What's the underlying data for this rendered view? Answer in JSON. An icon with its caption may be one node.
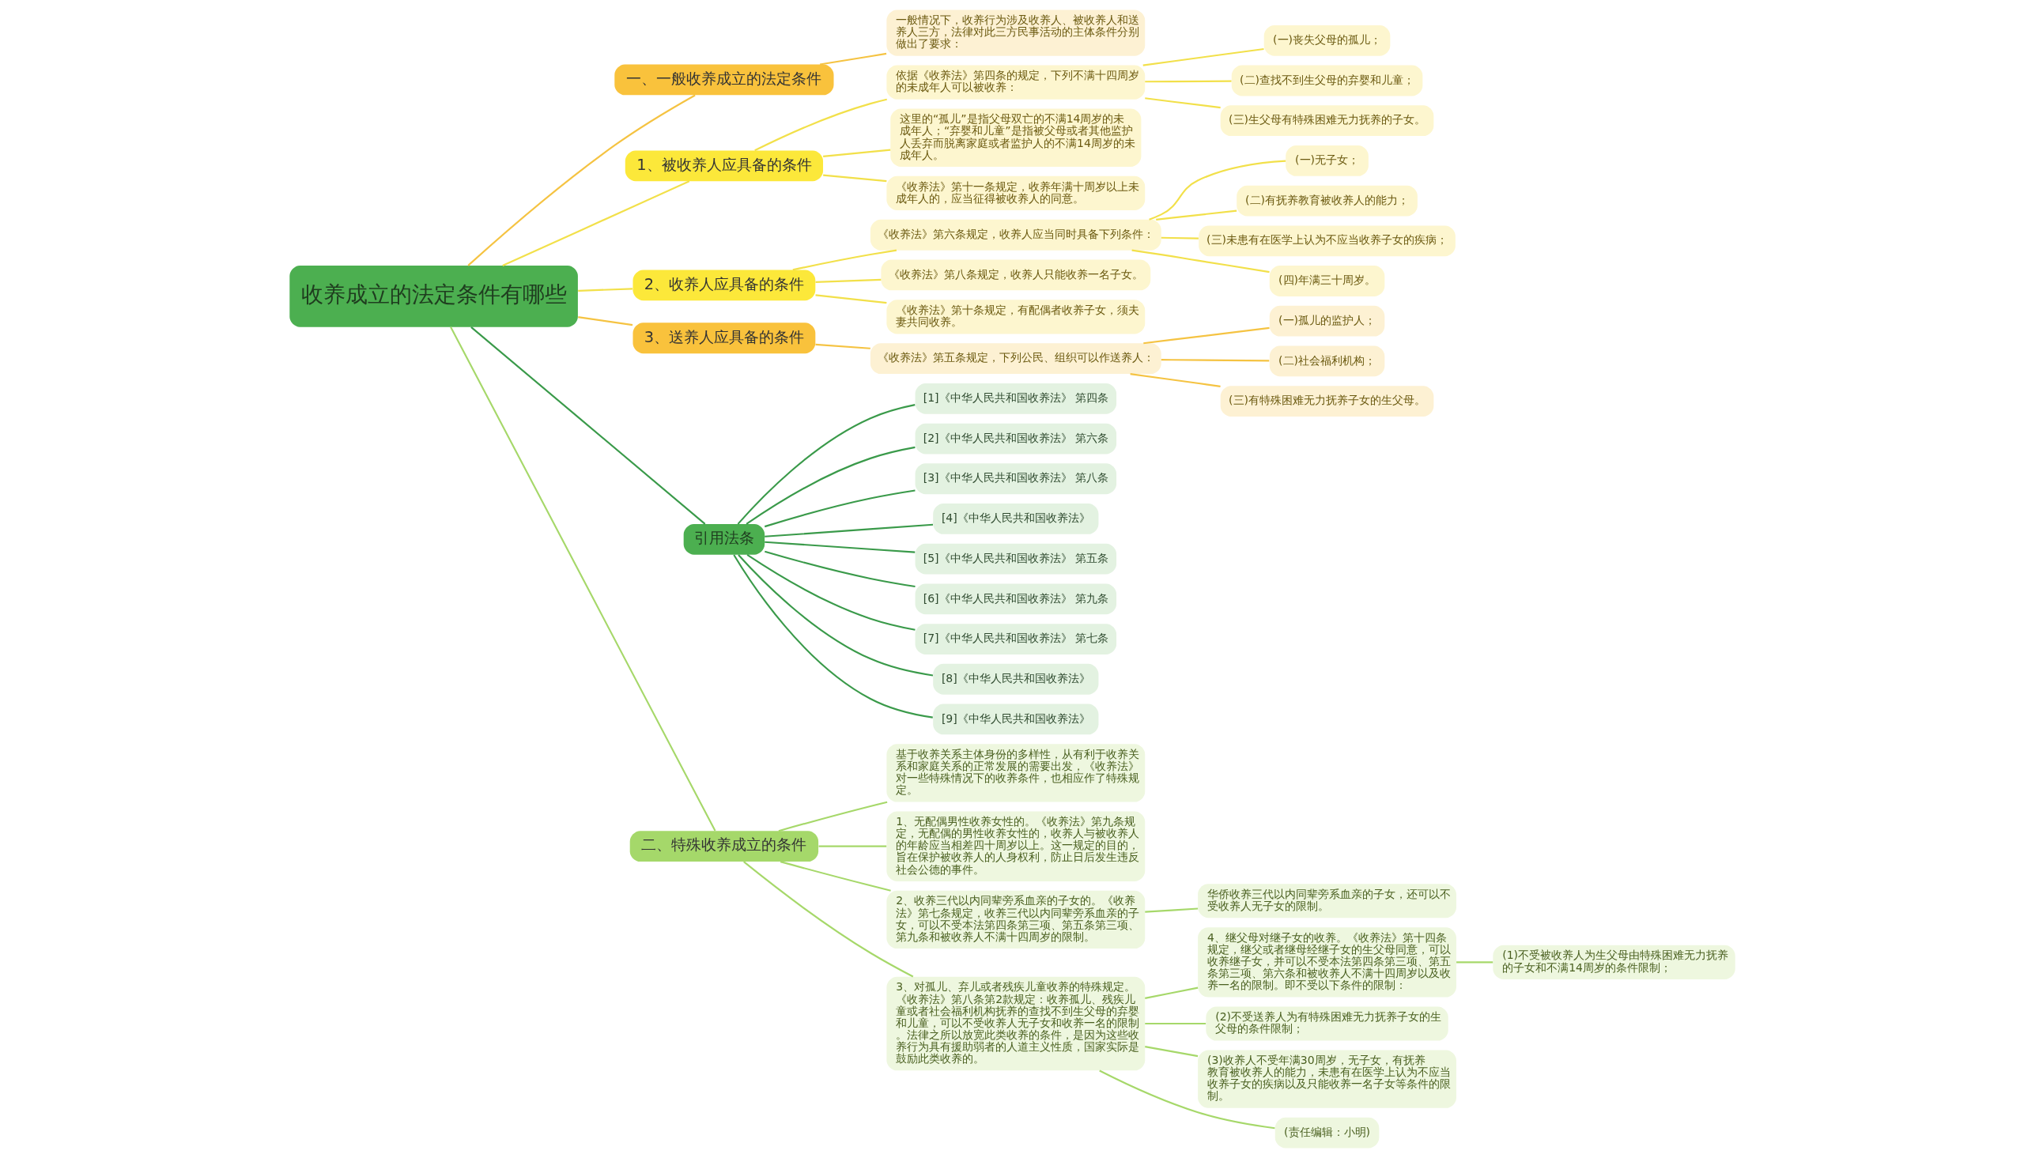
{
  "diagram": {
    "nodes": [
      {
        "text": [
          "收养成立的法定条件有哪些"
        ]
      },
      {
        "text": [
          "一、一般收养成立的法定条件"
        ]
      },
      {
        "text": [
          "一般情况下，收养行为涉及收养人、被收养人和送养人三方，法律对此三方民事活动的主体条件分别做出了要求："
        ]
      },
      {
        "text": [
          "1、被收养人应具备的条件"
        ]
      },
      {
        "text": [
          "依据《收养法》第四条的规定，下列不满十四周岁的未成年人可以被收养："
        ]
      },
      {
        "text": [
          "(一)丧失父母的孤儿；"
        ]
      },
      {
        "text": [
          "(二)查找不到生父母的弃婴和儿童；"
        ]
      },
      {
        "text": [
          "(三)生父母有特殊困难无力抚养的子女。"
        ]
      },
      {
        "text": [
          "这里的“孤儿”是指父母双亡的不满14周岁的未成年人；“弃婴和儿童”是指被父母或者其他监护人丢弃而脱离家庭或者监护人的不满14周岁的未成年人。"
        ]
      },
      {
        "text": [
          "《收养法》第十一条规定，收养年满十周岁以上未成年人的，应当征得被收养人的同意。"
        ]
      },
      {
        "text": [
          "2、收养人应具备的条件"
        ]
      },
      {
        "text": [
          "《收养法》第六条规定，收养人应当同时具备下列条件："
        ]
      },
      {
        "text": [
          "(一)无子女；"
        ]
      },
      {
        "text": [
          "(二)有抚养教育被收养人的能力；"
        ]
      },
      {
        "text": [
          "(三)未患有在医学上认为不应当收养子女的疾病；"
        ]
      },
      {
        "text": [
          "(四)年满三十周岁。"
        ]
      },
      {
        "text": [
          "《收养法》第八条规定，收养人只能收养一名子女。"
        ]
      },
      {
        "text": [
          "《收养法》第十条规定，有配偶者收养子女，须夫妻共同收养。"
        ]
      },
      {
        "text": [
          "3、送养人应具备的条件"
        ]
      },
      {
        "text": [
          "《收养法》第五条规定，下列公民、组织可以作送养人："
        ]
      },
      {
        "text": [
          "(一)孤儿的监护人；"
        ]
      },
      {
        "text": [
          "(二)社会福利机构；"
        ]
      },
      {
        "text": [
          "(三)有特殊困难无力抚养子女的生父母。"
        ]
      },
      {
        "text": [
          "引用法条"
        ]
      },
      {
        "text": [
          "[1]《中华人民共和国收养法》 第四条"
        ]
      },
      {
        "text": [
          "[2]《中华人民共和国收养法》 第六条"
        ]
      },
      {
        "text": [
          "[3]《中华人民共和国收养法》 第八条"
        ]
      },
      {
        "text": [
          "[4]《中华人民共和国收养法》"
        ]
      },
      {
        "text": [
          "[5]《中华人民共和国收养法》 第五条"
        ]
      },
      {
        "text": [
          "[6]《中华人民共和国收养法》 第九条"
        ]
      },
      {
        "text": [
          "[7]《中华人民共和国收养法》 第七条"
        ]
      },
      {
        "text": [
          "[8]《中华人民共和国收养法》"
        ]
      },
      {
        "text": [
          "[9]《中华人民共和国收养法》"
        ]
      },
      {
        "text": [
          "二、特殊收养成立的条件"
        ]
      },
      {
        "text": [
          "基于收养关系主体身份的多样性，从有利于收养关系和家庭关系的正常发展的需要出发，《收养法》对一些特殊情况下的收养条件，也相应作了特殊规定。"
        ]
      },
      {
        "text": [
          "1、无配偶男性收养女性的。《收养法》第九条规定，无配偶的男性收养女性的，收养人与被收养人的年龄应当相差四十周岁以上。这一规定的目的，旨在保护被收养人的人身权利，防止日后发生违反社会公德的事件。"
        ]
      },
      {
        "text": [
          "2、收养三代以内同辈旁系血亲的子女的。《收养法》第七条规定，收养三代以内同辈旁系血亲的子女，可以不受本法第四条第三项、第五条第三项、第九条和被收养人不满十四周岁的限制。"
        ]
      },
      {
        "text": [
          "华侨收养三代以内同辈旁系血亲的子女，还可以不受收养人无子女的限制。"
        ]
      },
      {
        "text": [
          "3、对孤儿、弃儿或者残疾儿童收养的特殊规定。《收养法》第八条第2款规定：收养孤儿、残疾儿童或者社会福利机构抚养的查找不到生父母的弃婴和儿童，可以不受收养人无子女和收养一名的限制。法律之所以放宽此类收养的条件，是因为这些收养行为具有援助弱者的人道主义性质，国家实际是鼓励此类收养的。"
        ]
      },
      {
        "text": [
          "4、继父母对继子女的收养。《收养法》第十四条规定，继父或者继母经继子女的生父母同意，可以收养继子女，并可以不受本法第四条第三项、第五条第三项、第六条和被收养人不满十四周岁以及收养一名的限制。即不受以下条件的限制："
        ]
      },
      {
        "text": [
          "(1)不受被收养人为生父母由特殊困难无力抚养的子女和不满14周岁的条件限制；"
        ]
      },
      {
        "text": [
          "(2)不受送养人为有特殊困难无力抚养子女的生父母的条件限制；"
        ]
      },
      {
        "text": [
          "(3)收养人不受年满30周岁，无子女，有抚养教育被收养人的能力，未患有在医学上认为不应当收养子女的疾病以及只能收养一名子女等条件的限制。"
        ]
      },
      {
        "text": [
          "(责任编辑：小明)"
        ]
      }
    ],
    "edges": [
      {
        "from": 0,
        "to": 1,
        "arrow": "none",
        "color": "#f5c342"
      },
      {
        "from": 1,
        "to": 2,
        "arrow": "none",
        "color": "#f5c342"
      },
      {
        "from": 0,
        "to": 3,
        "arrow": "none"
      },
      {
        "from": 3,
        "to": 4,
        "arrow": "none"
      },
      {
        "from": 4,
        "to": 5,
        "arrow": "none"
      },
      {
        "from": 4,
        "to": 6,
        "arrow": "none"
      },
      {
        "from": 4,
        "to": 7,
        "arrow": "none"
      },
      {
        "from": 3,
        "to": 8,
        "arrow": "none"
      },
      {
        "from": 3,
        "to": 9,
        "arrow": "none"
      },
      {
        "from": 0,
        "to": 10,
        "arrow": "none"
      },
      {
        "from": 10,
        "to": 11,
        "arrow": "none"
      },
      {
        "from": 11,
        "to": 12,
        "arrow": "none"
      },
      {
        "from": 11,
        "to": 13,
        "arrow": "none"
      },
      {
        "from": 11,
        "to": 14,
        "arrow": "none"
      },
      {
        "from": 11,
        "to": 15,
        "arrow": "none"
      },
      {
        "from": 10,
        "to": 16,
        "arrow": "none"
      },
      {
        "from": 10,
        "to": 17,
        "arrow": "none"
      },
      {
        "from": 0,
        "to": 18,
        "arrow": "none",
        "color": "#f5c342"
      },
      {
        "from": 18,
        "to": 19,
        "arrow": "none",
        "color": "#f5c342"
      },
      {
        "from": 19,
        "to": 20,
        "arrow": "none",
        "color": "#f5c342"
      },
      {
        "from": 19,
        "to": 21,
        "arrow": "none",
        "color": "#f5c342"
      },
      {
        "from": 19,
        "to": 22,
        "arrow": "none",
        "color": "#f5c342"
      },
      {
        "from": 0,
        "to": 23,
        "arrow": "none",
        "color": "#3a9a4a"
      },
      {
        "from": 23,
        "to": 24,
        "arrow": "none",
        "color": "#3a9a4a"
      },
      {
        "from": 23,
        "to": 25,
        "arrow": "none",
        "color": "#3a9a4a"
      },
      {
        "from": 23,
        "to": 26,
        "arrow": "none",
        "color": "#3a9a4a"
      },
      {
        "from": 23,
        "to": 27,
        "arrow": "none",
        "color": "#3a9a4a"
      },
      {
        "from": 23,
        "to": 28,
        "arrow": "none",
        "color": "#3a9a4a"
      },
      {
        "from": 23,
        "to": 29,
        "arrow": "none",
        "color": "#3a9a4a"
      },
      {
        "from": 23,
        "to": 30,
        "arrow": "none",
        "color": "#3a9a4a"
      },
      {
        "from": 23,
        "to": 31,
        "arrow": "none",
        "color": "#3a9a4a"
      },
      {
        "from": 23,
        "to": 32,
        "arrow": "none",
        "color": "#3a9a4a"
      },
      {
        "from": 0,
        "to": 33,
        "arrow": "none",
        "color": "#a6d86a"
      },
      {
        "from": 33,
        "to": 34,
        "arrow": "none",
        "color": "#a6d86a"
      },
      {
        "from": 33,
        "to": 35,
        "arrow": "none",
        "color": "#a6d86a"
      },
      {
        "from": 33,
        "to": 36,
        "arrow": "none",
        "color": "#a6d86a"
      },
      {
        "from": 36,
        "to": 37,
        "arrow": "none",
        "color": "#a6d86a"
      },
      {
        "from": 33,
        "to": 38,
        "arrow": "none",
        "color": "#a6d86a"
      },
      {
        "from": 38,
        "to": 39,
        "arrow": "none",
        "color": "#a6d86a"
      },
      {
        "from": 39,
        "to": 40,
        "arrow": "none",
        "color": "#a6d86a"
      },
      {
        "from": 38,
        "to": 41,
        "arrow": "none",
        "color": "#a6d86a"
      },
      {
        "from": 38,
        "to": 42,
        "arrow": "none",
        "color": "#a6d86a"
      },
      {
        "from": 38,
        "to": 43,
        "arrow": "none",
        "color": "#a6d86a"
      }
    ]
  }
}
